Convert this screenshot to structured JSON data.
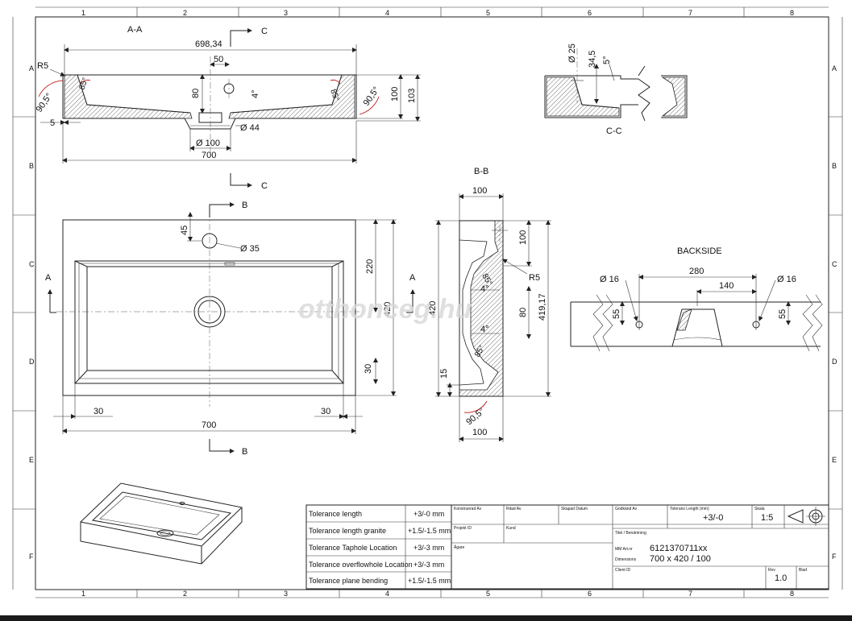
{
  "watermark": "otthonceg.hu",
  "grid": {
    "cols": [
      "1",
      "2",
      "3",
      "4",
      "5",
      "6",
      "7",
      "8"
    ],
    "rows": [
      "A",
      "B",
      "C",
      "D",
      "E",
      "F"
    ]
  },
  "section_aa": {
    "label": "A-A",
    "dims": {
      "d69834": "698,34",
      "d50": "50",
      "d80": "80",
      "d4": "4°",
      "d100": "100",
      "d103": "103",
      "r5": "R5",
      "d905a": "90,5°",
      "d905b": "90,5°",
      "d5": "5",
      "d85a": "85°",
      "d85b": "85°",
      "d44": "Ø 44",
      "d100dia": "Ø 100",
      "d700": "700"
    },
    "arrow_label": "C"
  },
  "section_cc": {
    "label": "C-C",
    "dims": {
      "d25": "Ø 25",
      "d345": "34,5",
      "d5": "5°"
    }
  },
  "plan_view": {
    "arrow_label_b": "B",
    "arrow_label_a": "A",
    "arrow_label_c": "C",
    "dims": {
      "d45": "45",
      "d35": "Ø 35",
      "d220": "220",
      "d420": "420",
      "d30v": "30",
      "d30l": "30",
      "d30r": "30",
      "d700": "700"
    }
  },
  "section_bb": {
    "label": "B-B",
    "dims": {
      "d100top": "100",
      "d100side": "100",
      "r5": "R5",
      "d85a": "85°",
      "d4a": "4°",
      "d80": "80",
      "d420": "420",
      "d41917": "419,17",
      "d4b": "4°",
      "d85b": "85°",
      "d15": "15",
      "d905": "90,5°",
      "d100bot": "100"
    }
  },
  "backside": {
    "label": "BACKSIDE",
    "dims": {
      "d16l": "Ø 16",
      "d280": "280",
      "d140": "140",
      "d16r": "Ø 16",
      "d55l": "55",
      "d55r": "55"
    }
  },
  "tolerance_table": [
    {
      "label": "Tolerance length",
      "value": "+3/-0 mm"
    },
    {
      "label": "Tolerance length granite",
      "value": "+1.5/-1.5 mm"
    },
    {
      "label": "Tolerance Taphole Location",
      "value": "+3/-3 mm"
    },
    {
      "label": "Tolerance overflowhole Location",
      "value": "+3/-3 mm"
    },
    {
      "label": "Tolerance plane bending",
      "value": "+1.5/-1.5 mm"
    }
  ],
  "title_block": {
    "konstruerad": "Konstruerad Av",
    "ritad": "Ritad Av",
    "skapad": "Skapad Datum",
    "godkand": "Godkänd Av",
    "tol_length_label": "Tolerans Length (mm)",
    "tol_length_value": "+3/-0",
    "skala_label": "Skala",
    "skala_value": "1:5",
    "projekt": "Projekt ID",
    "kund": "Kund",
    "titel": "Titel / Benämning",
    "mm_art_label": "MM Art.nr",
    "mm_art_value": "6121370711xx",
    "dimensions_label": "Dimensions",
    "dimensions_value": "700 x 420 / 100",
    "agare": "Ägare",
    "client": "Client ID",
    "rev_label": "Rev",
    "rev_value": "1.0",
    "blad_label": "Blad"
  }
}
